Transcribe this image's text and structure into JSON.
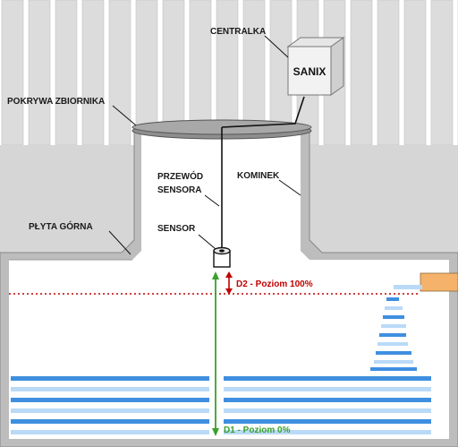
{
  "labels": {
    "centralka": "CENTRALKA",
    "device": "SANIX",
    "pokrywa": "POKRYWA ZBIORNIKA",
    "przewod_line1": "PRZEWÓD",
    "przewod_line2": "SENSORA",
    "kominek": "KOMINEK",
    "plyta": "PŁYTA GÓRNA",
    "sensor": "SENSOR",
    "d2": "D2 - Poziom 100%",
    "d1": "D1 - Poziom 0%"
  },
  "colors": {
    "fence": "#dcdcdc",
    "ground": "#d6d6d6",
    "tank_wall": "#cfcfcf",
    "water_dark": "#3f8fe0",
    "water_light": "#b9daf7",
    "level_max": "#c00000",
    "level_min": "#3aa12a",
    "inlet_pipe": "#f5b26b"
  },
  "icons": {
    "device": "controller-box-icon",
    "sensor": "ultrasonic-sensor-icon"
  }
}
